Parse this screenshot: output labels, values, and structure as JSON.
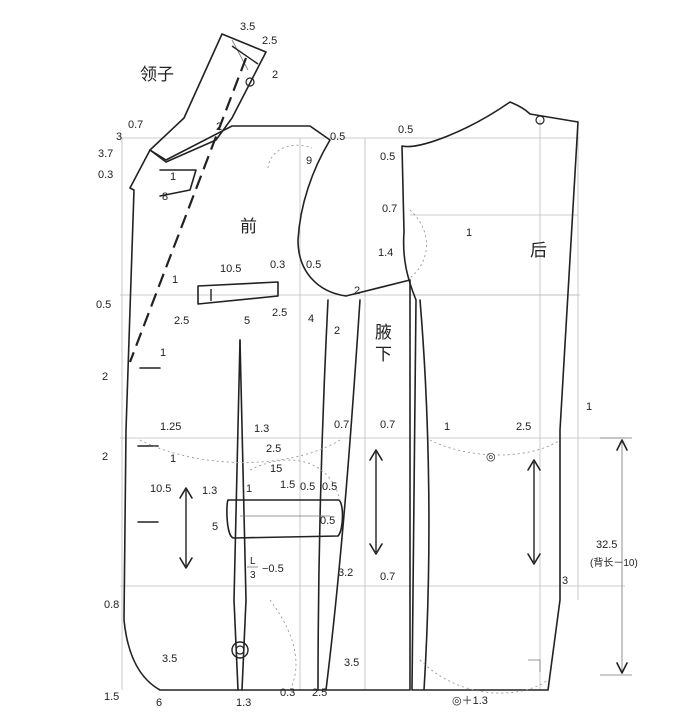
{
  "labels": {
    "collar": "领子",
    "front": "前",
    "back": "后",
    "underarm": [
      "腋",
      "下"
    ],
    "back_length_total": "32.5",
    "back_length_formula": "(背长－10)",
    "hem_formula": "◎＋1.3",
    "pocket_formula_num": "L",
    "pocket_formula_den": "3",
    "pocket_formula_rest": "−0.5",
    "circle_mark": "◎"
  },
  "dims": {
    "collar_top_35": "3.5",
    "collar_top_25": "2.5",
    "collar_top_2": "2",
    "collar_mid_2": "2",
    "lapel_07": "0.7",
    "lapel_3": "3",
    "lapel_37": "3.7",
    "lapel_03": "0.3",
    "lapel_1": "1",
    "lapel_8": "8",
    "shoulder_05": "0.5",
    "shoulder_9": "9",
    "back_neck_05a": "0.5",
    "back_neck_05b": "0.5",
    "back_07": "0.7",
    "back_1": "1",
    "back_14": "1.4",
    "breast_105": "10.5",
    "breast_03": "0.3",
    "breast_05": "0.5",
    "front_1": "1",
    "front_05": "0.5",
    "welt_25": "2.5",
    "dart_5": "5",
    "side_25": "2.5",
    "side_4": "4",
    "side_2a": "2",
    "side_2b": "2",
    "button_2a": "2",
    "button_1a": "1",
    "button_125": "1.25",
    "button_2b": "2",
    "button_1b": "1",
    "button_105": "10.5",
    "dart_13": "1.3",
    "waist_25": "2.5",
    "waist_07a": "0.7",
    "waist_07b": "0.7",
    "waist_1": "1",
    "waist_25b": "2.5",
    "back_side_1": "1",
    "pocket_15": "15",
    "pocket_13": "1.3",
    "pocket_1": "1",
    "pocket_15b": "1.5",
    "pocket_05a": "0.5",
    "pocket_05b": "0.5",
    "pocket_05c": "0.5",
    "pocket_5": "5",
    "pocket_32": "3.2",
    "hip_07": "0.7",
    "hip_3": "3",
    "hem_08": "0.8",
    "hem_35a": "3.5",
    "hem_15": "1.5",
    "hem_6": "6",
    "hem_13": "1.3",
    "hem_03": "0.3",
    "hem_25": "2.5",
    "hem_35b": "3.5"
  }
}
